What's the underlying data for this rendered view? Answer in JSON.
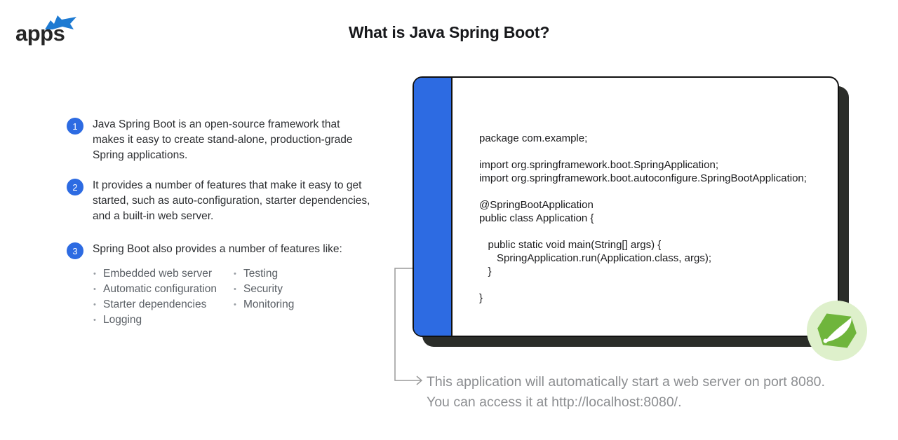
{
  "logo": {
    "text": "apps",
    "icon": "blue-flag-mark"
  },
  "header": {
    "title": "What is Java Spring Boot?"
  },
  "points": [
    {
      "number": "1",
      "text": "Java Spring Boot is an open-source framework that makes it easy to create stand-alone, production-grade Spring applications."
    },
    {
      "number": "2",
      "text": "It provides a number of features that make it easy to get started, such as auto-configuration, starter dependencies, and a built-in web server."
    },
    {
      "number": "3",
      "text": "Spring Boot also provides a number of features like:"
    }
  ],
  "features": {
    "col1": [
      "Embedded web server",
      "Automatic configuration",
      "Starter dependencies",
      "Logging"
    ],
    "col2": [
      "Testing",
      "Security",
      "Monitoring"
    ]
  },
  "editor": {
    "code_lines": [
      "package com.example;",
      "",
      "import org.springframework.boot.SpringApplication;",
      "import org.springframework.boot.autoconfigure.SpringBootApplication;",
      "",
      "@SpringBootApplication",
      "public class Application {",
      "",
      "   public static void main(String[] args) {",
      "      SpringApplication.run(Application.class, args);",
      "   }",
      "",
      "}"
    ]
  },
  "annotation": {
    "line1": "This application will automatically start a web server on port 8080.",
    "line2": "You can access it at http://localhost:8080/."
  },
  "colors": {
    "accent_blue": "#2d6be2",
    "logo_blue": "#1d7ad2",
    "spring_green": "#6fb53c",
    "spring_badge_bg": "#def0cb",
    "editor_shadow": "#2b2d29",
    "annotation_gray": "#8c8e91"
  }
}
